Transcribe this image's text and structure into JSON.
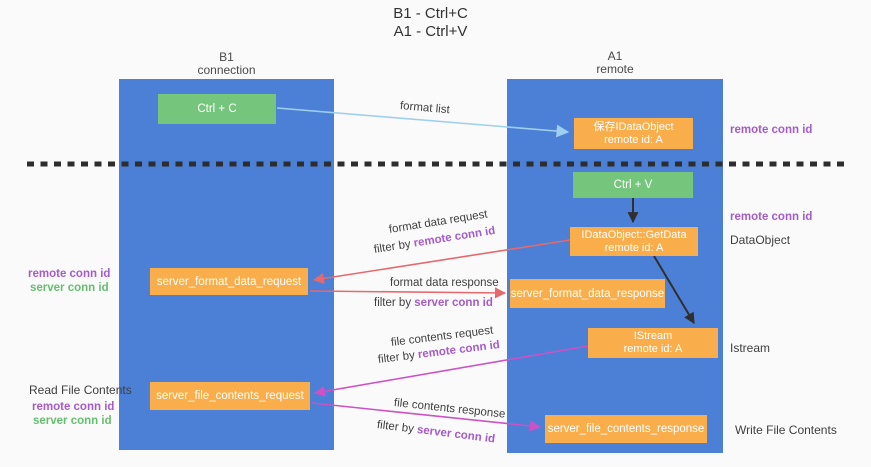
{
  "title": {
    "line1": "B1 - Ctrl+C",
    "line2": "A1 - Ctrl+V"
  },
  "columns": {
    "left": {
      "title": "B1",
      "subtitle": "connection"
    },
    "right": {
      "title": "A1",
      "subtitle": "remote"
    }
  },
  "nodes": {
    "ctrl_c": {
      "label": "Ctrl + C"
    },
    "save_idataobject": {
      "line1": "保存IDataObject",
      "line2": "remote id: A"
    },
    "ctrl_v": {
      "label": "Ctrl + V"
    },
    "idataobject_getdata": {
      "line1": "IDataObject::GetData",
      "line2": "remote id: A"
    },
    "server_format_data_request": {
      "label": "server_format_data_request"
    },
    "server_format_data_response": {
      "label": "server_format_data_response"
    },
    "istream": {
      "line1": "IStream",
      "line2": "remote id: A"
    },
    "server_file_contents_request": {
      "label": "server_file_contents_request"
    },
    "server_file_contents_response": {
      "label": "server_file_contents_response"
    }
  },
  "arrows": {
    "format_list": {
      "label": "format list"
    },
    "format_data_request": {
      "label": "format data request",
      "filter_prefix": "filter by",
      "filter_key": "remote conn id"
    },
    "format_data_response": {
      "label": "format data response",
      "filter_prefix": "filter by",
      "filter_key": "server conn id"
    },
    "file_contents_request": {
      "label": "file contents request",
      "filter_prefix": "filter by",
      "filter_key": "remote conn id"
    },
    "file_contents_response": {
      "label": "file contents response",
      "filter_prefix": "filter by",
      "filter_key": "server conn id"
    }
  },
  "right_labels": {
    "remote_conn_id_top": "remote conn id",
    "remote_conn_id_mid": "remote conn id",
    "dataobject": "DataObject",
    "istream": "Istream",
    "write_file_contents": "Write File Contents"
  },
  "left_labels": {
    "remote_conn_id_top": "remote conn id",
    "server_conn_id_top": "server conn id",
    "read_file_contents": "Read File Contents",
    "remote_conn_id_bottom": "remote conn id",
    "server_conn_id_bottom": "server conn id"
  },
  "colors": {
    "column-blue": "#4B80D6",
    "box-orange": "#F9AE4B",
    "box-green": "#76C57D",
    "arrow-lightblue": "#9FCFF0",
    "arrow-red": "#E5696E",
    "arrow-magenta": "#CC52C5",
    "arrow-black": "#2F2F2F",
    "text-purple": "#A55CC8",
    "text-green": "#67BE70",
    "text-dark": "#3F3F3F",
    "background": "#FAFAFA"
  }
}
